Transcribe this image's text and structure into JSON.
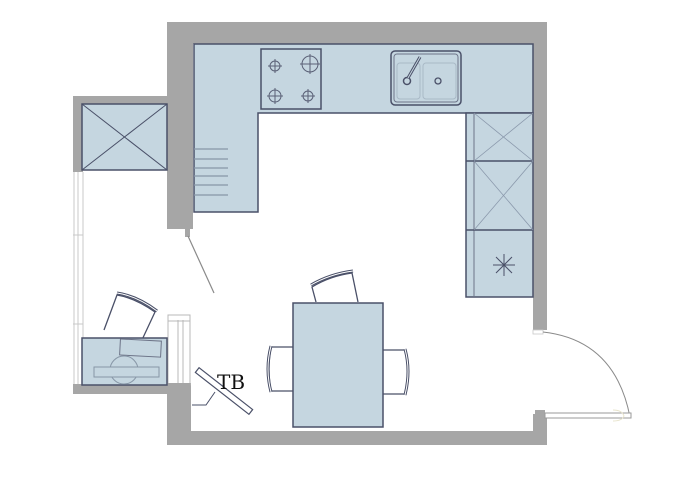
{
  "diagram": {
    "type": "kitchen-floor-plan",
    "colors": {
      "wall": "#a6a6a6",
      "furniture_fill": "#c5d6e0",
      "furniture_stroke": "#4a5068",
      "fixture_line": "#6d7488",
      "door_line": "#8a8a8a",
      "background": "#ffffff"
    },
    "labels": {
      "tb": "TB"
    },
    "elements": [
      {
        "id": "wall-main",
        "kind": "wall",
        "description": "U-shaped outer walls of kitchen"
      },
      {
        "id": "wall-balcony",
        "kind": "wall",
        "description": "walls of side balcony niche"
      },
      {
        "id": "counter-top",
        "kind": "cabinet",
        "description": "top counter run along back wall"
      },
      {
        "id": "counter-left",
        "kind": "cabinet",
        "description": "left counter with drawer lines"
      },
      {
        "id": "cooktop",
        "kind": "appliance",
        "burners": 4
      },
      {
        "id": "sink",
        "kind": "fixture",
        "bowls": 2,
        "faucet": true
      },
      {
        "id": "tall-cabinet-1",
        "kind": "cabinet",
        "symbol": "cross"
      },
      {
        "id": "tall-cabinet-2",
        "kind": "cabinet",
        "symbol": "cross"
      },
      {
        "id": "fridge-cabinet",
        "kind": "appliance",
        "symbol": "asterisk"
      },
      {
        "id": "balcony-cabinet",
        "kind": "cabinet",
        "symbol": "cross"
      },
      {
        "id": "dining-table",
        "kind": "table",
        "chairs": 3
      },
      {
        "id": "desk",
        "kind": "table",
        "chairs": 1
      },
      {
        "id": "tv-bracket",
        "kind": "fixture",
        "label": "TB"
      },
      {
        "id": "entry-door",
        "kind": "door",
        "swing": "outward-right"
      },
      {
        "id": "balcony-door",
        "kind": "door",
        "description": "open door leaf line"
      }
    ]
  }
}
